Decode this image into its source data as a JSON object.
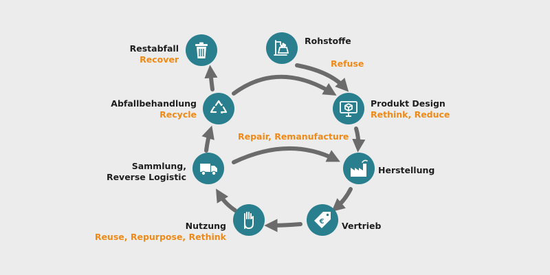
{
  "diagram": {
    "colors": {
      "circle": "#2a7f8e",
      "arrow": "#6b6b6b",
      "title": "#1e1e1e",
      "accent": "#ef8a17",
      "background": "#ececec"
    },
    "steps": [
      {
        "title": "Rohstoffe",
        "subtitle": "",
        "icon": "raw-materials-icon"
      },
      {
        "title": "",
        "subtitle": "Refuse",
        "icon": ""
      },
      {
        "title": "Produkt Design",
        "subtitle": "Rethink, Reduce",
        "icon": "monitor-design-icon"
      },
      {
        "title": "Herstellung",
        "subtitle": "",
        "icon": "factory-icon"
      },
      {
        "title": "Vertrieb",
        "subtitle": "",
        "icon": "euro-tag-icon"
      },
      {
        "title": "Nutzung",
        "subtitle": "Reuse, Repurpose, Rethink",
        "icon": "hand-icon"
      },
      {
        "title_lines": [
          "Sammlung,",
          "Reverse Logistic"
        ],
        "subtitle": "",
        "icon": "truck-icon"
      },
      {
        "title": "Abfallbehandlung",
        "subtitle": "Recycle",
        "icon": "recycle-icon"
      },
      {
        "title": "Restabfall",
        "subtitle": "Recover",
        "icon": "trash-icon"
      }
    ],
    "inner_label": "Repair, Remanufacture"
  }
}
